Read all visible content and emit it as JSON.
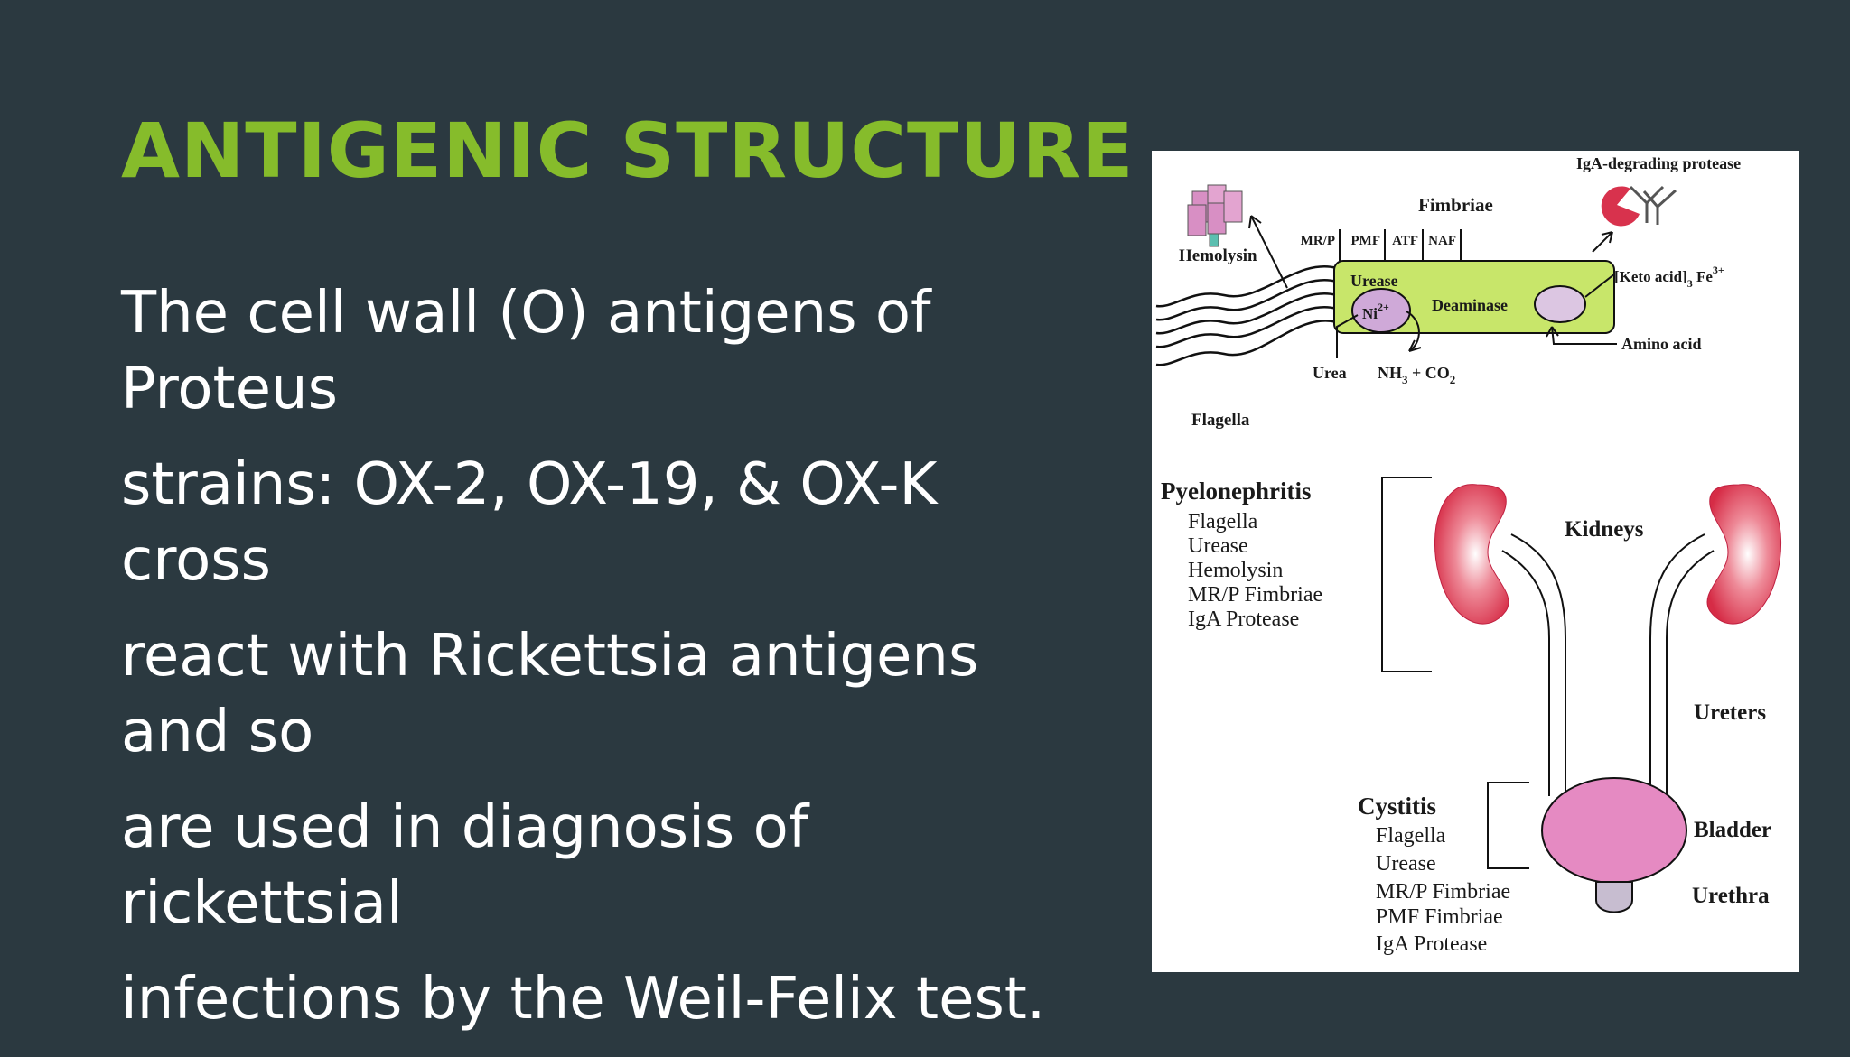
{
  "slide": {
    "title": "ANTIGENIC STRUCTURE",
    "paragraphs": [
      "The cell wall (O) antigens of Proteus",
      "strains: OX-2, OX-19, & OX-K cross",
      "react with Rickettsia antigens and so",
      "are used in diagnosis of rickettsial",
      "infections by the Weil-Felix test."
    ]
  },
  "figure": {
    "cell": {
      "iga_protease": "IgA-degrading protease",
      "fimbriae": "Fimbriae",
      "fimbriae_types": [
        "MR/P",
        "PMF",
        "ATF",
        "NAF"
      ],
      "hemolysin": "Hemolysin",
      "urease": "Urease",
      "nickel": "Ni",
      "nickel_charge": "2+",
      "deaminase": "Deaminase",
      "keto_acid": "[Keto acid]",
      "keto_sub": "3",
      "iron": " Fe",
      "iron_charge": "3+",
      "amino_acid": "Amino acid",
      "urea": "Urea",
      "products_nh": "NH",
      "products_sub1": "3",
      "products_mid": " + CO",
      "products_sub2": "2",
      "flagella": "Flagella"
    },
    "pyelonephritis": {
      "title": "Pyelonephritis",
      "factors": [
        "Flagella",
        "Urease",
        "Hemolysin",
        "MR/P Fimbriae",
        "IgA Protease"
      ]
    },
    "cystitis": {
      "title": "Cystitis",
      "factors": [
        "Flagella",
        "Urease",
        "MR/P Fimbriae",
        "PMF Fimbriae",
        "IgA Protease"
      ]
    },
    "anatomy": {
      "kidneys": "Kidneys",
      "ureters": "Ureters",
      "bladder": "Bladder",
      "urethra": "Urethra"
    },
    "colors": {
      "cell_body": "#c8e66a",
      "kidney": "#d9304a",
      "bladder": "#e58ac2",
      "urethra": "#c7bdd0",
      "enzyme": "#cfa9d8"
    }
  }
}
